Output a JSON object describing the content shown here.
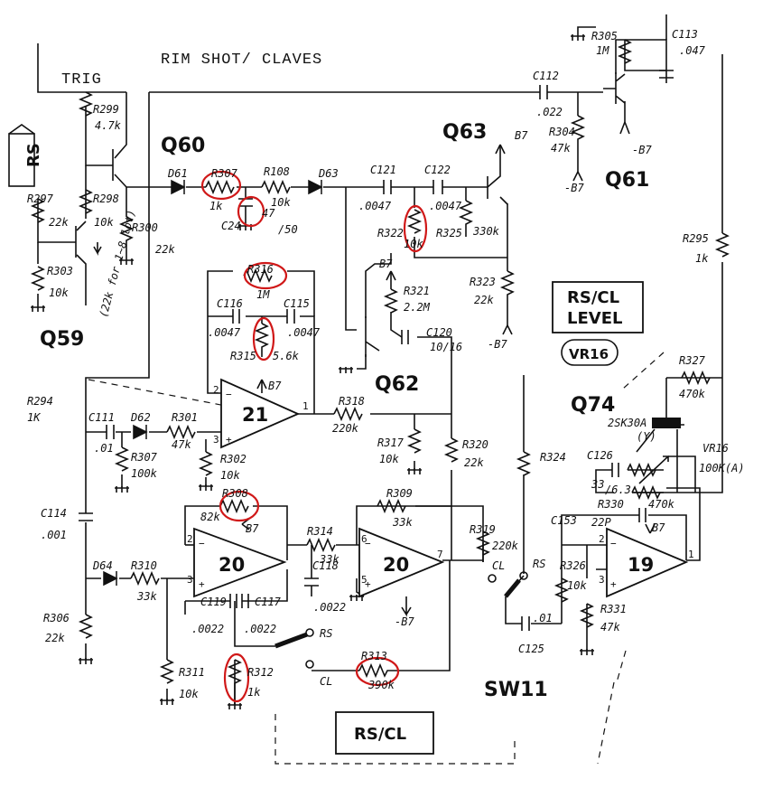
{
  "title": "RIM SHOT/ CLAVES",
  "trig": "TRIG",
  "rs_tag": "RS",
  "transistors": {
    "q59": "Q59",
    "q60": "Q60",
    "q61": "Q61",
    "q62": "Q62",
    "q63": "Q63",
    "q74": "Q74"
  },
  "q74_part": "2SK30A",
  "q74_grade": "(Y)",
  "opamps": {
    "u21": "21",
    "u20a": "20",
    "u20b": "20",
    "u19": "19"
  },
  "boxes": {
    "rscl_level_1": "RS/CL",
    "rscl_level_2": "LEVEL",
    "vr16": "VR16",
    "rscl": "RS/CL"
  },
  "switch": "SW11",
  "switch_rs": "RS",
  "switch_cl": "CL",
  "note_q59": "(22k for 1~8 lot)",
  "supply": {
    "b7": "B7",
    "neg_b7": "-B7"
  },
  "parts": {
    "r299": "R299",
    "r299v": "4.7k",
    "r298": "R298",
    "r298v": "10k",
    "r297": "R297",
    "r297v": "22k",
    "r303": "R303",
    "r303v": "10k",
    "r300": "R300",
    "r300v": "22k",
    "r307_top": "R307",
    "r307_topv": "1k",
    "r108": "R108",
    "r108v": "10k",
    "c24": "C24",
    "c24v": "47",
    "c24v2": "/50",
    "d61": "D61",
    "d63": "D63",
    "d62": "D62",
    "d64": "D64",
    "c121": "C121",
    "c121v": ".0047",
    "c122": "C122",
    "c122v": ".0047",
    "r322": "R322",
    "r322v": "10k",
    "r325": "R325",
    "r325v": "330k",
    "r305": "R305",
    "r305v": "1M",
    "c113": "C113",
    "c113v": ".047",
    "c112": "C112",
    "c112v": ".022",
    "r304": "R304",
    "r304v": "47k",
    "r323": "R323",
    "r323v": "22k",
    "r321": "R321",
    "r321v": "2.2M",
    "c120": "C120",
    "c120v": "10/16",
    "r316": "R316",
    "r316v": "1M",
    "c116": "C116",
    "c116v": ".0047",
    "c115": "C115",
    "c115v": ".0047",
    "r315": "R315",
    "r315v": "5.6k",
    "r294": "R294",
    "r294v": "1K",
    "c111": "C111",
    "c111v": ".01",
    "r301": "R301",
    "r301v": "47k",
    "r307": "R307",
    "r307v": "100k",
    "r302": "R302",
    "r302v": "10k",
    "r318": "R318",
    "r318v": "220k",
    "r317": "R317",
    "r317v": "10k",
    "r320": "R320",
    "r320v": "22k",
    "r324": "R324",
    "r295": "R295",
    "r295v": "1k",
    "r327": "R327",
    "r327v": "470k",
    "vr16": "VR16",
    "vr16v": "100K(A)",
    "c126": "C126",
    "c126v": "33",
    "c126v2": "/6.3",
    "r330": "R330",
    "r330v": "470k",
    "c153": "C153",
    "c153v": "22P",
    "r326": "R326",
    "r326v": "10k",
    "r331": "R331",
    "r331v": "47k",
    "c125": "C125",
    "c125v": ".01",
    "r319": "R319",
    "r319v": "220k",
    "c114": "C114",
    "c114v": ".001",
    "r308": "R308",
    "r308v": "82k",
    "r309": "R309",
    "r309v": "33k",
    "r314": "R314",
    "r314v": "33k",
    "c118": "C118",
    "c118v": ".0022",
    "r310": "R310",
    "r310v": "33k",
    "c119": "C119",
    "c119v": ".0022",
    "c117": "C117",
    "c117v": ".0022",
    "r306": "R306",
    "r306v": "22k",
    "r311": "R311",
    "r311v": "10k",
    "r312": "R312",
    "r312v": "1k",
    "r313": "R313",
    "r313v": "390k"
  }
}
